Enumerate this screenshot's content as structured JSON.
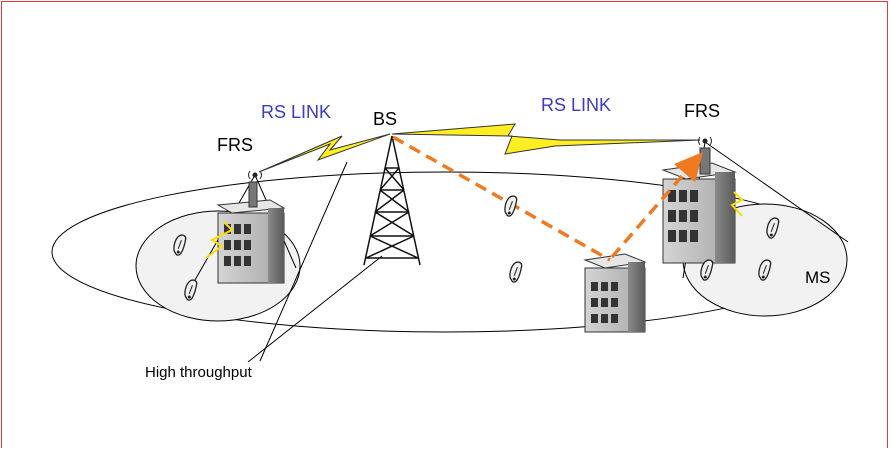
{
  "labels": {
    "bs": "BS",
    "frs_left": "FRS",
    "frs_right": "FRS",
    "rs_link_left": "RS LINK",
    "rs_link_right": "RS LINK",
    "ms": "MS",
    "high_throughput": "High throughput"
  },
  "colors": {
    "frame_border": "#e23a3a",
    "rs_link_text": "#3b3bc4",
    "link_bolt": "#ffee22",
    "relay_path": "#f07a20",
    "building": "#bfbfbf"
  },
  "icons": [
    "tower-icon",
    "building-icon",
    "phone-icon",
    "antenna-icon",
    "lightning-bolt-icon"
  ]
}
